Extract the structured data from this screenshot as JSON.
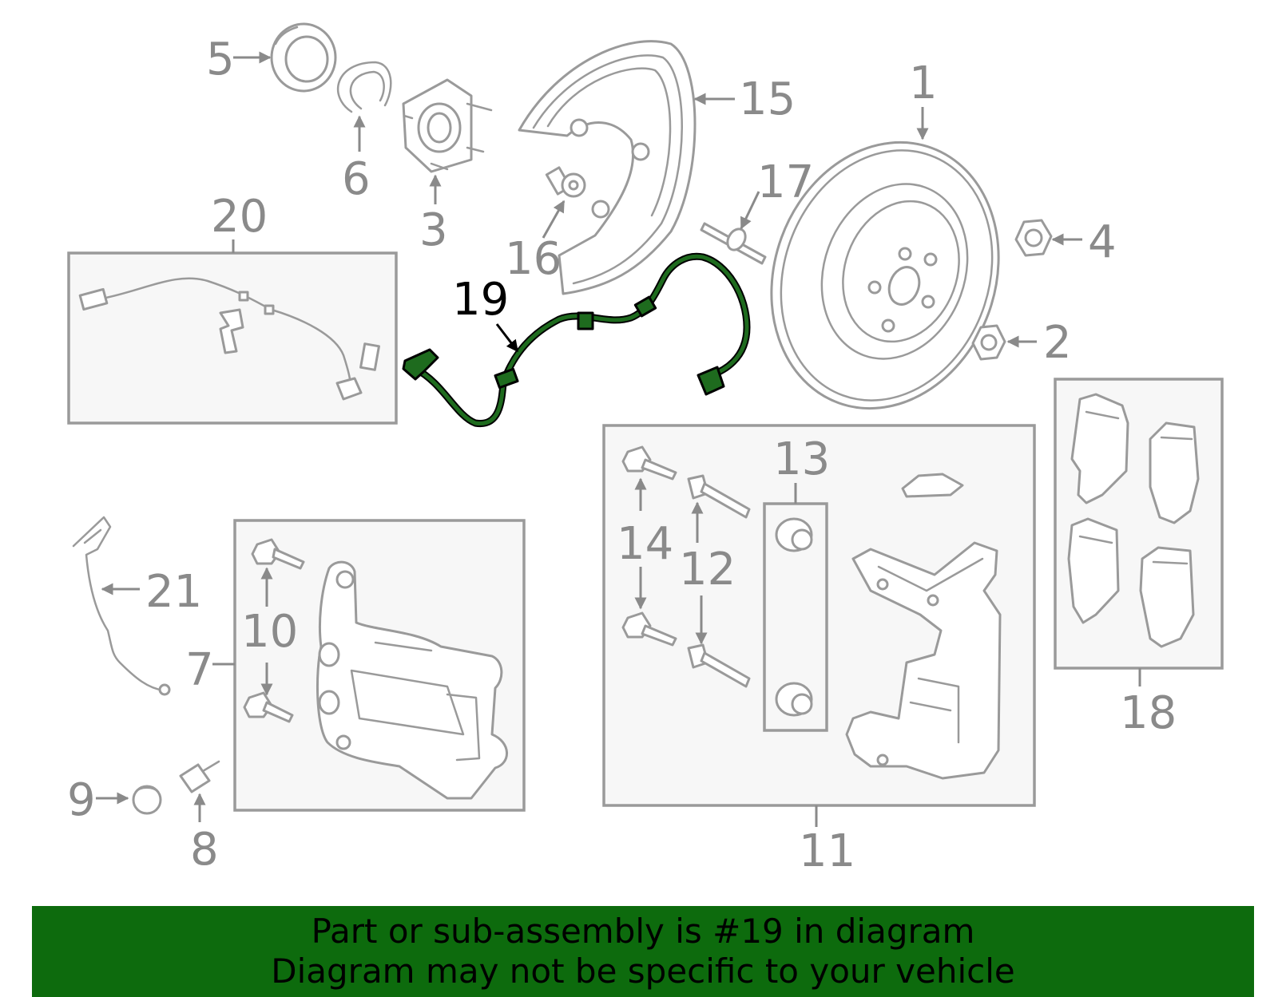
{
  "callouts": {
    "c1": "1",
    "c2": "2",
    "c3": "3",
    "c4": "4",
    "c5": "5",
    "c6": "6",
    "c7": "7",
    "c8": "8",
    "c9": "9",
    "c10": "10",
    "c11": "11",
    "c12": "12",
    "c13": "13",
    "c14": "14",
    "c15": "15",
    "c16": "16",
    "c17": "17",
    "c18": "18",
    "c19": "19",
    "c20": "20",
    "c21": "21"
  },
  "highlighted_part": "19",
  "banner": {
    "line1": "Part or sub-assembly is #19 in diagram",
    "line2": "Diagram may not be specific to your vehicle"
  },
  "colors": {
    "highlight": "#1e6b1e",
    "banner_background": "#0d6b0d",
    "parts_gray": "#9a9a9a"
  }
}
